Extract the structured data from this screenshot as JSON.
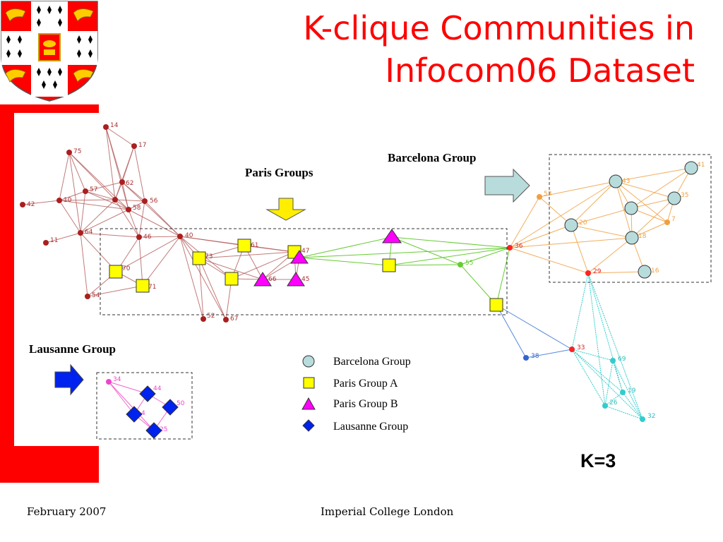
{
  "title": {
    "line1": "K-clique Communities in",
    "line2": "Infocom06 Dataset"
  },
  "labels": {
    "paris_groups": "Paris Groups",
    "barcelona_group": "Barcelona Group",
    "lausanne_group": "Lausanne Group"
  },
  "legend": [
    {
      "label": "Barcelona Group",
      "marker": "circle",
      "color": "#b8dcdc"
    },
    {
      "label": "Paris Group A",
      "marker": "square",
      "color": "#ffff00"
    },
    {
      "label": "Paris Group B",
      "marker": "triangle",
      "color": "#ff00ff"
    },
    {
      "label": "Lausanne Group",
      "marker": "diamond",
      "color": "#0000ff"
    }
  ],
  "k_value": "K=3",
  "footer": {
    "left": "February 2007",
    "center": "Imperial College London"
  },
  "colors": {
    "title": "#ff0000",
    "frame": "#ff0000",
    "community_dark_red": "#a52a2a",
    "community_green": "#66cc33",
    "community_orange": "#f0a040",
    "community_cyan": "#33cccc",
    "community_blue": "#3366cc",
    "community_pink": "#ee44cc"
  },
  "node_labels": {
    "n14": "14",
    "n17": "17",
    "n75": "75",
    "n62": "62",
    "n57": "57",
    "n10": "10",
    "n42": "42",
    "n58": "58",
    "n56": "56",
    "n64": "64",
    "n46": "46",
    "n11": "11",
    "n40": "40",
    "n73": "73",
    "n61": "61",
    "n47": "47",
    "n66": "66",
    "n45": "45",
    "n70": "70",
    "n71": "71",
    "n54": "54",
    "n52": "52",
    "n67": "67",
    "n36": "36",
    "n55": "55",
    "n53": "53",
    "n43": "43",
    "n41": "41",
    "n35": "35",
    "n20": "20",
    "n7": "7",
    "n18": "18",
    "n29": "29",
    "n16": "16",
    "n33": "33",
    "n38": "38",
    "n69": "69",
    "n19": "19",
    "n26": "26",
    "n32": "32",
    "n34": "34",
    "n44": "44",
    "n50": "50",
    "n4": "4",
    "n25": "25"
  }
}
